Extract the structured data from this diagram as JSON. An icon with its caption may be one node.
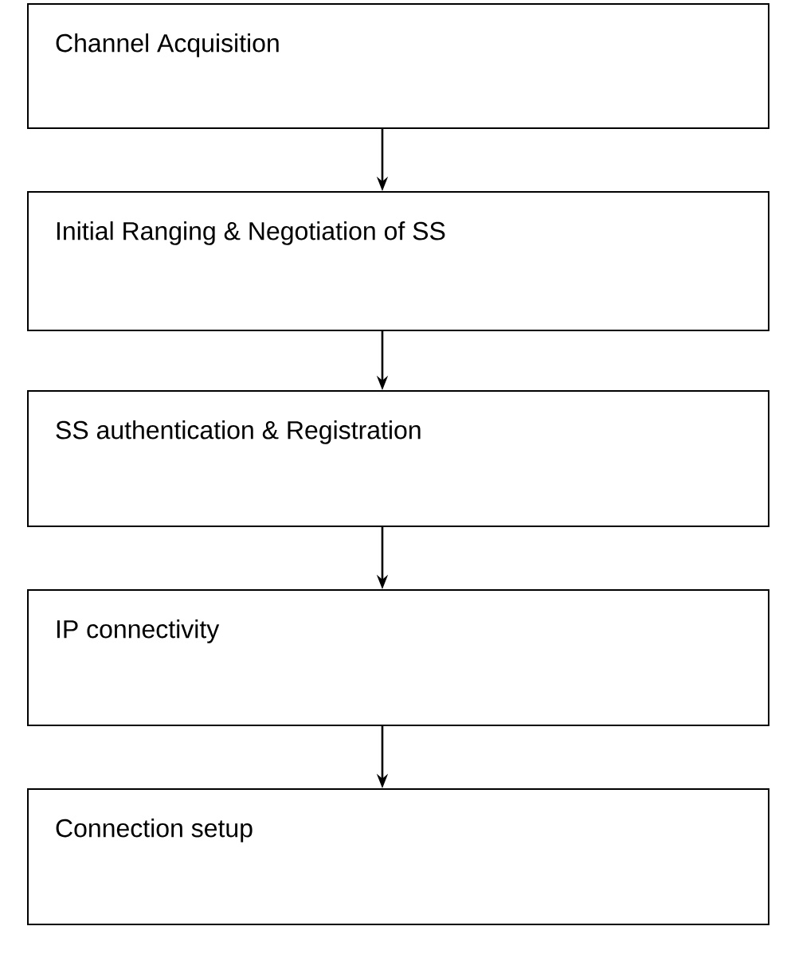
{
  "diagram": {
    "nodes": [
      {
        "text": [
          "Channel Acquisition"
        ]
      },
      {
        "text": [
          "Initial Ranging & Negotiation of SS"
        ]
      },
      {
        "text": [
          "SS authentication & Registration"
        ]
      },
      {
        "text": [
          "IP connectivity"
        ]
      },
      {
        "text": [
          "Connection setup"
        ]
      }
    ],
    "edges": [
      {
        "from": 0,
        "to": 1,
        "arrow": "to"
      },
      {
        "from": 1,
        "to": 2,
        "arrow": "to"
      },
      {
        "from": 2,
        "to": 3,
        "arrow": "to"
      },
      {
        "from": 3,
        "to": 4,
        "arrow": "to"
      }
    ]
  }
}
